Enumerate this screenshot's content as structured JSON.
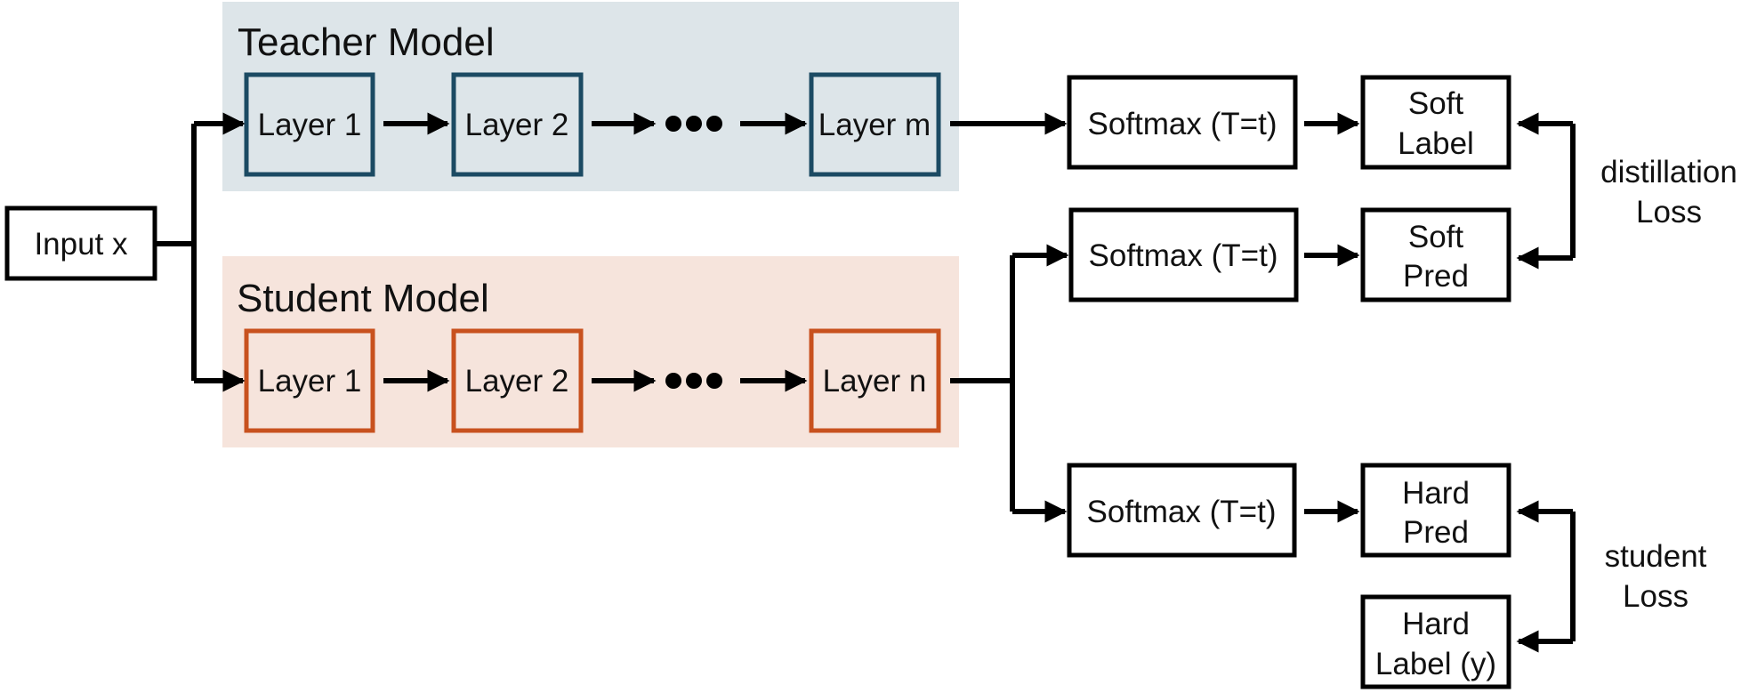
{
  "colors": {
    "teacher_region": "#dde5e9",
    "teacher_border": "#1b4a63",
    "student_region": "#f6e4dc",
    "student_border": "#c8511e",
    "neutral_border": "#000000"
  },
  "input": {
    "label": "Input x"
  },
  "teacher": {
    "title": "Teacher Model",
    "layers": [
      "Layer 1",
      "Layer 2",
      "Layer m"
    ]
  },
  "student": {
    "title": "Student Model",
    "layers": [
      "Layer 1",
      "Layer 2",
      "Layer n"
    ]
  },
  "softmax": {
    "teacher": "Softmax (T=t)",
    "student_soft": "Softmax (T=t)",
    "student_hard": "Softmax (T=t)"
  },
  "outputs": {
    "soft_label": [
      "Soft",
      "Label"
    ],
    "soft_pred": [
      "Soft",
      "Pred"
    ],
    "hard_pred": [
      "Hard",
      "Pred"
    ],
    "hard_label": [
      "Hard",
      "Label (y)"
    ]
  },
  "losses": {
    "distillation": [
      "distillation",
      "Loss"
    ],
    "student": [
      "student",
      "Loss"
    ]
  }
}
